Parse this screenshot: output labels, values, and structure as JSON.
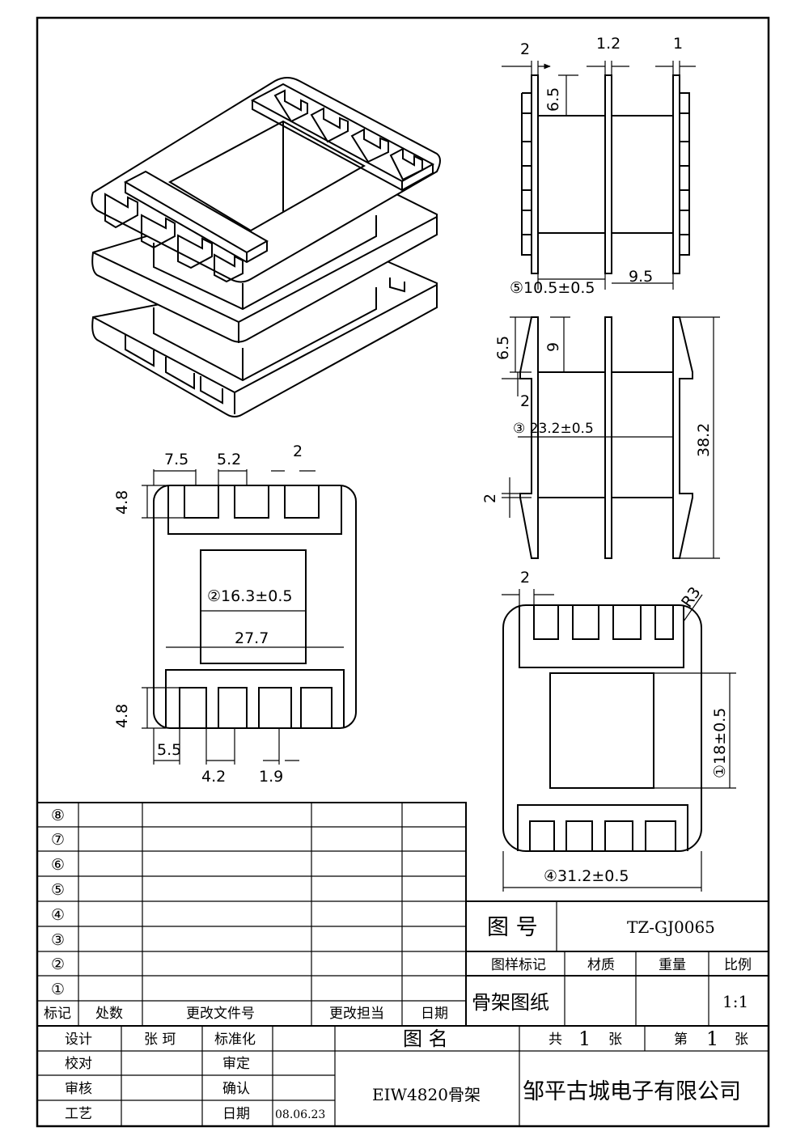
{
  "dimensions": {
    "top_view": {
      "d_2": "2",
      "d_1_2": "1.2",
      "d_1": "1",
      "d_6_5": "6.5",
      "d_10_5": "⑤10.5±0.5",
      "d_9_5": "9.5"
    },
    "side_view": {
      "d_6_5": "6.5",
      "d_9": "9",
      "d_2a": "2",
      "d_23_2": "③ 23.2±0.5",
      "d_38_2": "38.2",
      "d_2b": "2"
    },
    "front_view": {
      "d_7_5": "7.5",
      "d_5_2": "5.2",
      "d_2": "2",
      "d_4_8a": "4.8",
      "d_16_3": "②16.3±0.5",
      "d_27_7": "27.7",
      "d_4_8b": "4.8",
      "d_5_5": "5.5",
      "d_4_2": "4.2",
      "d_1_9": "1.9"
    },
    "bottom_view": {
      "d_2": "2",
      "d_r3": "R3",
      "d_18": "①18±0.5",
      "d_31_2": "④31.2±0.5"
    }
  },
  "revision_table": {
    "rows": [
      "⑧",
      "⑦",
      "⑥",
      "⑤",
      "④",
      "③",
      "②",
      "①"
    ],
    "headers": [
      "标记",
      "处数",
      "更改文件号",
      "更改担当",
      "日期"
    ]
  },
  "title_block": {
    "drawing_no_label": "图 号",
    "drawing_no": "TZ-GJ0065",
    "sample_mark_label": "图样标记",
    "material_label": "材质",
    "weight_label": "重量",
    "scale_label": "比例",
    "sample_mark": "骨架图纸",
    "scale": "1:1",
    "design_label": "设计",
    "designer": "张 珂",
    "standard_label": "标准化",
    "name_label": "图 名",
    "total_label": "共",
    "total_value": "1",
    "sheet_unit_a": "张",
    "sheet_label": "第",
    "sheet_value": "1",
    "sheet_unit_b": "张",
    "proof_label": "校对",
    "review_label": "审定",
    "audit_label": "审核",
    "confirm_label": "确认",
    "craft_label": "工艺",
    "date_label": "日期",
    "date": "08.06.23",
    "part_name": "EIW4820骨架",
    "company": "邹平古城电子有限公司"
  }
}
